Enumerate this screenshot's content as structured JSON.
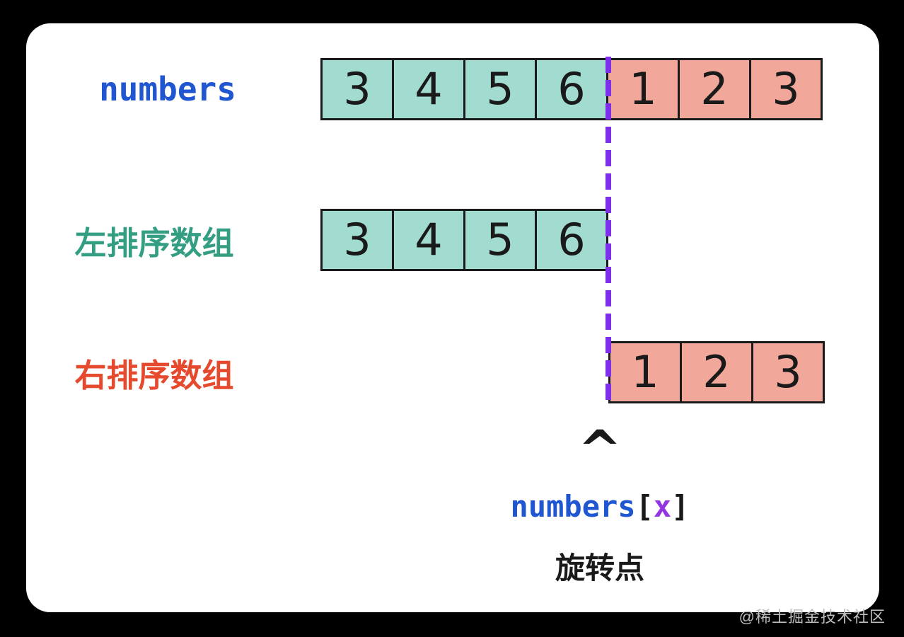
{
  "colors": {
    "background": "#000000",
    "card": "#ffffff",
    "ink": "#1a1a1a",
    "cell_teal": "#a2dcd0",
    "cell_salmon": "#f1a89a",
    "label_blue": "#2057d0",
    "label_green": "#339e81",
    "label_red": "#e64a2e",
    "divider_purple": "#7e2fe9",
    "index_purple": "#9336e2",
    "watermark_gray": "#bdbdbd"
  },
  "diagram": {
    "rows": [
      {
        "label": "numbers",
        "cells_left": [
          "3",
          "4",
          "5",
          "6"
        ],
        "cells_right": [
          "1",
          "2",
          "3"
        ]
      },
      {
        "label": "左排序数组",
        "cells": [
          "3",
          "4",
          "5",
          "6"
        ]
      },
      {
        "label": "右排序数组",
        "cells": [
          "1",
          "2",
          "3"
        ]
      }
    ],
    "pointer": {
      "caret": "^",
      "expression_array": "numbers",
      "bracket_open": "[",
      "index_var": "x",
      "bracket_close": "]",
      "caption": "旋转点"
    }
  },
  "watermark": "@稀土掘金技术社区"
}
